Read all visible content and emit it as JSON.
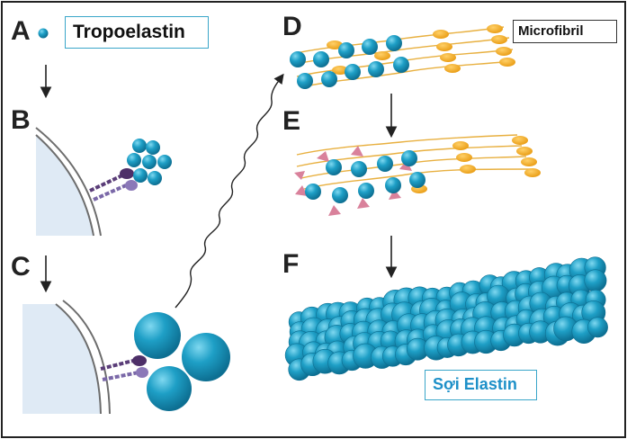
{
  "panels": [
    {
      "letter": "A"
    },
    {
      "letter": "B"
    },
    {
      "letter": "C"
    },
    {
      "letter": "D"
    },
    {
      "letter": "E"
    },
    {
      "letter": "F"
    }
  ],
  "labels": {
    "tropoelastin": "Tropoelastin",
    "microfibril": "Microfibril",
    "elastin_fiber": "Sợi Elastin"
  },
  "colors": {
    "border": "#222222",
    "tropoelastin_blue": "#1e9fc6",
    "microfibril_orange": "#f3a820",
    "cross_link_pink": "#d9819b",
    "receptor_purple": "#5a3d78",
    "cell_fill": "#dfeaf5"
  }
}
